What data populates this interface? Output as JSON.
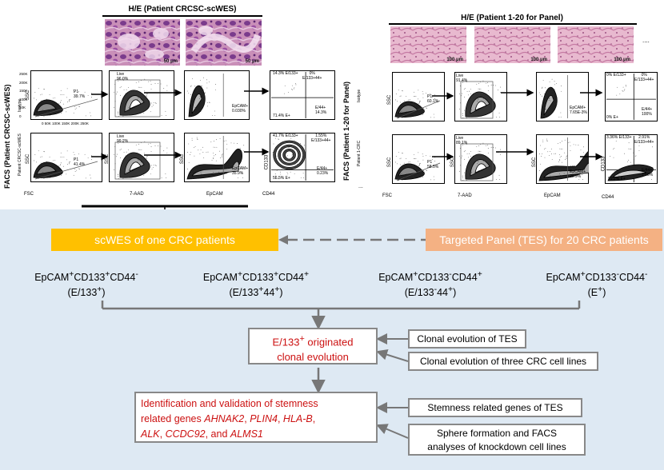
{
  "he_left": {
    "title": "H/E (Patient CRCSC-scWES)",
    "scale": [
      "50 μm",
      "50 μm"
    ]
  },
  "he_right": {
    "title": "H/E (Patient 1-20 for Panel)",
    "scale": [
      "100 μm",
      "100 μm",
      "100 μm"
    ],
    "ellipsis": "...."
  },
  "facs_left": {
    "side_label": "FACS (Patient CRCSC-scWES)",
    "row_labels": [
      "Isotype",
      "Patient CRCSC-scWES"
    ],
    "axis": {
      "fsc": "FSC",
      "ssc": "SSC",
      "aad": "7-AAD",
      "epcam": "EpCAM",
      "cd133": "CD133",
      "cd44": "CD44"
    },
    "ticks_y": [
      "250K",
      "200K",
      "150K",
      "100K",
      "50K",
      "0"
    ],
    "ticks_x": [
      "0",
      "50K",
      "100K",
      "150K",
      "200K",
      "250K"
    ],
    "row1": {
      "p1": "P1",
      "p1_val": "39.7%",
      "live": "Live",
      "live_val": "96.0%",
      "epcam_pos": "EpCAM+",
      "epcam_val": "0.030%",
      "q_e133": "E/133+",
      "q_e133_44": "E/133+44+",
      "q_e133_val": "14.3%",
      "q_e133_44_val": "0%",
      "q_e44": "E/44+",
      "q_e_pos": "E+",
      "q_e_val": "71.4%",
      "q_e44_val": "14.3%"
    },
    "row2": {
      "p1": "P1",
      "p1_val": "41.4%",
      "live": "Live",
      "live_val": "99.2%",
      "epcam_pos": "EpCAM+",
      "epcam_val": "35.9%",
      "q_e133_val": "41.7%",
      "q_e133_44_val": "1.55%",
      "q_e133_44": "E/133+44+",
      "q_e44": "E/44+",
      "q_e_val": "56.5%",
      "q_e44_val": "0.23%",
      "q_e133": "E/133+",
      "q_e_pos": "E+"
    }
  },
  "facs_right": {
    "side_label": "FACS (Patient 1-20 for Panel)",
    "row_labels": [
      "Isotype",
      "Patient 1-CRC"
    ],
    "ellipsis": "...",
    "row1": {
      "p1": "P1",
      "p1_val": "60.1%",
      "live": "Live",
      "live_val": "91.4%",
      "epcam_pos": "EpCAM+",
      "epcam_val": "7.65E-3%",
      "q_e133": "E/133+",
      "q_e133_44": "E/133+44+",
      "q_e133_val": "0%",
      "q_e133_44_val": "0%",
      "q_e_val": "0%",
      "q_e44": "E/44+",
      "q_e44_val": "100%",
      "q_e_pos": "E+"
    },
    "row2": {
      "p1": "P1",
      "p1_val": "58.5%",
      "live": "Live",
      "live_val": "89.1%",
      "epcam_pos": "EpCAM+",
      "epcam_val": "20.9%",
      "q_e133_val": "3.36%",
      "q_e133_44_val": "2.91%",
      "q_e133": "E/133+",
      "q_e133_44": "E/133+44+",
      "q_e_val": "91.2%",
      "q_e44": "E/44+",
      "q_e44_val": "2.68%",
      "q_e_pos": "E+"
    }
  },
  "banners": {
    "left": "scWES of one CRC patients",
    "right": "Targeted Panel (TES) for 20 CRC patients",
    "left_color": "#ffc000",
    "right_color": "#f4b183"
  },
  "populations": [
    {
      "name_main": "EpCAM",
      "s1": "+",
      "m2": "CD133",
      "s2": "+",
      "m3": "CD44",
      "s3": "-",
      "abbr_pre": "(E/133",
      "abbr_s1": "+",
      "abbr_mid": "",
      "abbr_s2": "",
      "abbr_post": ")"
    },
    {
      "name_main": "EpCAM",
      "s1": "+",
      "m2": "CD133",
      "s2": "+",
      "m3": "CD44",
      "s3": "+",
      "abbr_pre": "(E/133",
      "abbr_s1": "+",
      "abbr_mid": "44",
      "abbr_s2": "+",
      "abbr_post": ")"
    },
    {
      "name_main": "EpCAM",
      "s1": "+",
      "m2": "CD133",
      "s2": "-",
      "m3": "CD44",
      "s3": "+",
      "abbr_pre": "(E/133",
      "abbr_s1": "-",
      "abbr_mid": "44",
      "abbr_s2": "+",
      "abbr_post": ")"
    },
    {
      "name_main": "EpCAM",
      "s1": "+",
      "m2": "CD133",
      "s2": "-",
      "m3": "CD44",
      "s3": "-",
      "abbr_pre": "(E",
      "abbr_s1": "+",
      "abbr_mid": "",
      "abbr_s2": "",
      "abbr_post": ")"
    }
  ],
  "clonal_box": {
    "line1_pre": "E/133",
    "line1_sup": "+",
    "line1_post": " originated",
    "line2": "clonal evolution"
  },
  "stemness_box": {
    "line1": "Identification and validation of stemness",
    "line2_pre": "related genes ",
    "genes": [
      "AHNAK2",
      "PLIN4",
      "HLA-B",
      "ALK",
      "CCDC92",
      "ALMS1"
    ],
    "sep1": ", ",
    "sep2": ", ",
    "sep3": ",",
    "sep4": ", ",
    "sep5": ", and "
  },
  "right_boxes": {
    "tes_clonal": "Clonal evolution of TES",
    "lines_clonal": "Clonal evolution of three CRC cell lines",
    "tes_stem": "Stemness related genes of TES",
    "sphere1": "Sphere formation and FACS",
    "sphere2": "analyses of  knockdown cell lines"
  },
  "colors": {
    "panel_bg": "#dee9f3",
    "red_text": "#cc1111",
    "box_border": "#888888"
  }
}
